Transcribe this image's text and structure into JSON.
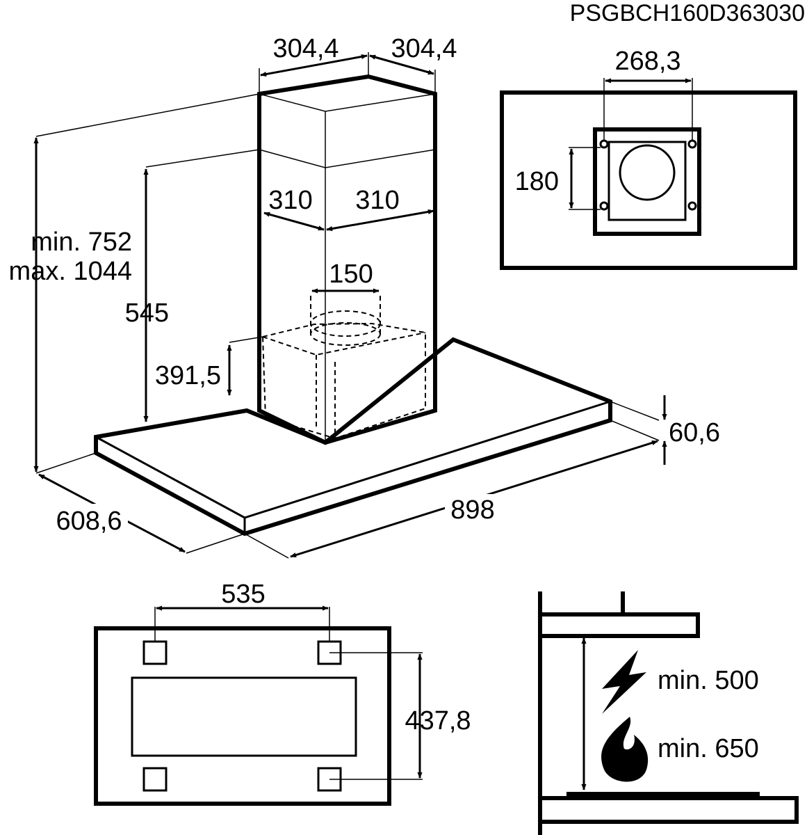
{
  "model_code": "PSGBCH160D363030",
  "main_view": {
    "chimney_width_left": "304,4",
    "chimney_width_right": "304,4",
    "inner_width_left": "310",
    "inner_width_right": "310",
    "outlet_diameter": "150",
    "height_range_min": "min. 752",
    "height_range_max": "max. 1044",
    "chimney_height": "545",
    "motor_height": "391,5",
    "canopy_thickness": "60,6",
    "canopy_depth": "608,6",
    "canopy_width": "898"
  },
  "ceiling_bracket": {
    "hole_spacing_h": "268,3",
    "hole_spacing_v": "180"
  },
  "bottom_view": {
    "mount_spacing_h": "535",
    "mount_spacing_v": "437,8"
  },
  "clearance": {
    "electric_min": "min. 500",
    "gas_min": "min. 650",
    "electric_icon": "lightning-icon",
    "gas_icon": "flame-icon"
  }
}
